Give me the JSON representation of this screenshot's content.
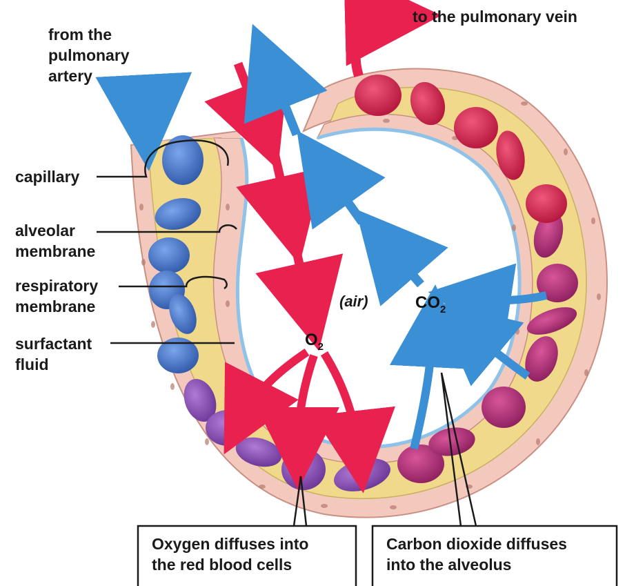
{
  "labels": {
    "from_artery_1": "from the",
    "from_artery_2": "pulmonary",
    "from_artery_3": "artery",
    "to_vein": "to the pulmonary vein",
    "capillary": "capillary",
    "alveolar_1": "alveolar",
    "alveolar_2": "membrane",
    "respiratory_1": "respiratory",
    "respiratory_2": "membrane",
    "surfactant_1": "surfactant",
    "surfactant_2": "fluid",
    "air": "(air)",
    "o2_main": "O",
    "o2_sub": "2",
    "co2_main": "CO",
    "co2_sub": "2"
  },
  "boxes": {
    "oxygen_1": "Oxygen diffuses into",
    "oxygen_2": "the red blood cells",
    "co2_1": "Carbon dioxide diffuses",
    "co2_2": "into the alveolus"
  },
  "colors": {
    "o2_arrow": "#e8214f",
    "co2_arrow": "#3b8fd4",
    "tissue": "#f3c9bd",
    "plasma": "#f0d98a",
    "membrane": "#8fc2e8",
    "rbc_deoxy": "#4f7fd0",
    "rbc_mid": "#8b4fb3",
    "rbc_oxy": "#d9274f"
  }
}
